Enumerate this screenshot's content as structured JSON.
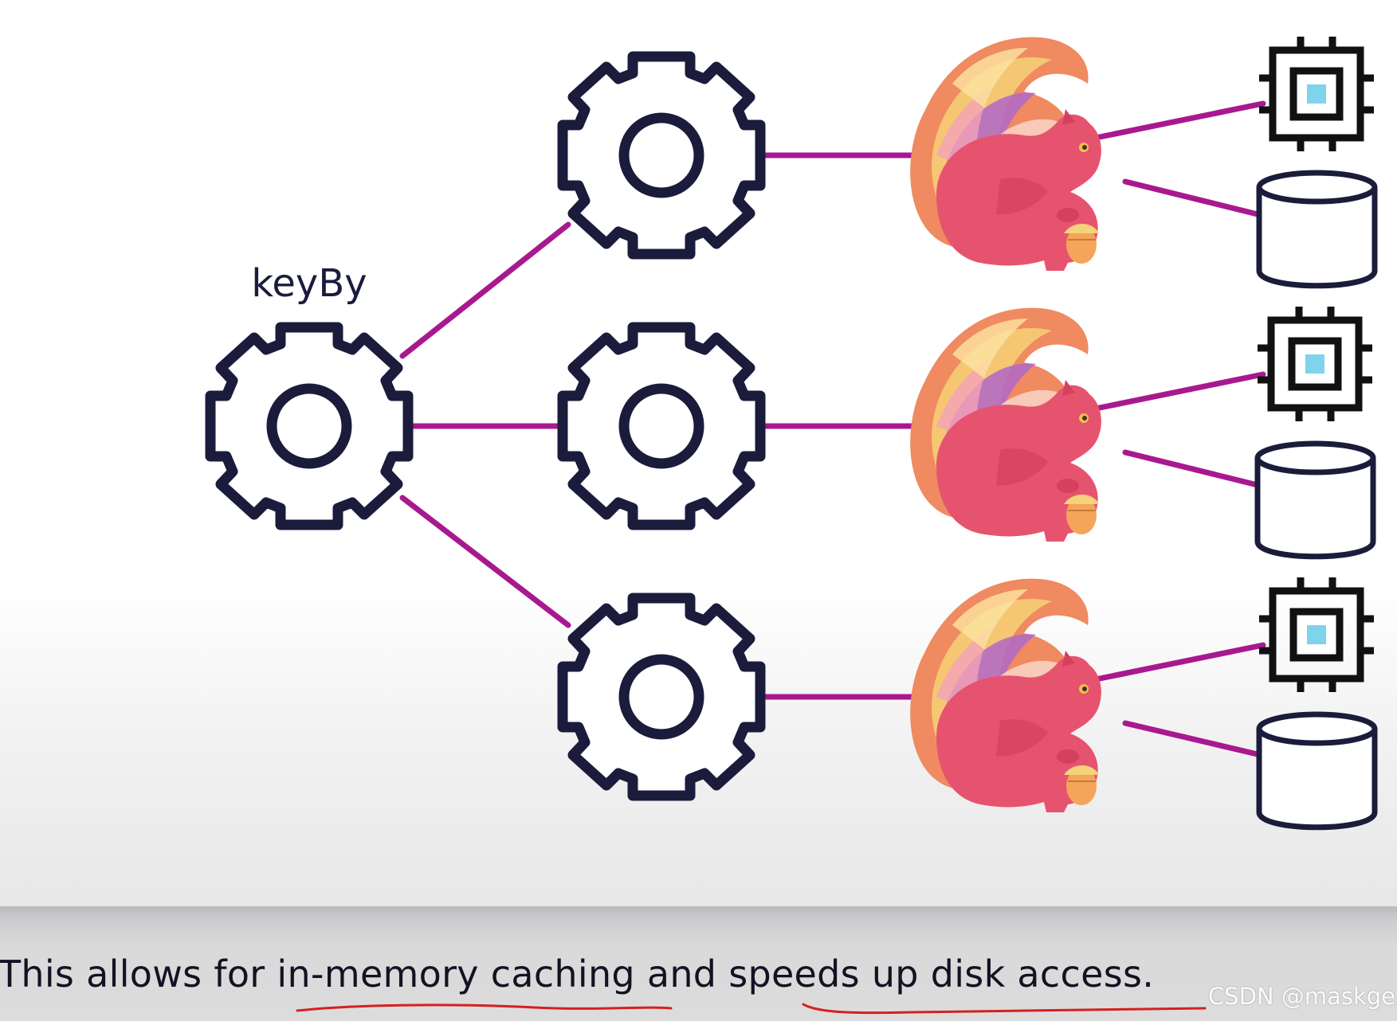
{
  "diagram": {
    "source_label": "keyBy",
    "caption": "This allows for in-memory caching and speeds up disk access.",
    "watermark": "CSDN @maskge",
    "nodes": {
      "source": {
        "icon": "gear-icon"
      },
      "operators": [
        {
          "icon": "gear-icon"
        },
        {
          "icon": "gear-icon"
        },
        {
          "icon": "gear-icon"
        }
      ],
      "task_managers": [
        {
          "icon": "flink-squirrel-icon"
        },
        {
          "icon": "flink-squirrel-icon"
        },
        {
          "icon": "flink-squirrel-icon"
        }
      ],
      "resources": [
        {
          "memory": "cpu-chip-icon",
          "disk": "disk-cylinder-icon"
        },
        {
          "memory": "cpu-chip-icon",
          "disk": "disk-cylinder-icon"
        },
        {
          "memory": "cpu-chip-icon",
          "disk": "disk-cylinder-icon"
        }
      ]
    },
    "colors": {
      "outline": "#1b1c3c",
      "connector": "#a8198f",
      "squirrel_body": "#e6536f",
      "chip_core": "#7fd3ea",
      "underline": "#d42020"
    }
  }
}
